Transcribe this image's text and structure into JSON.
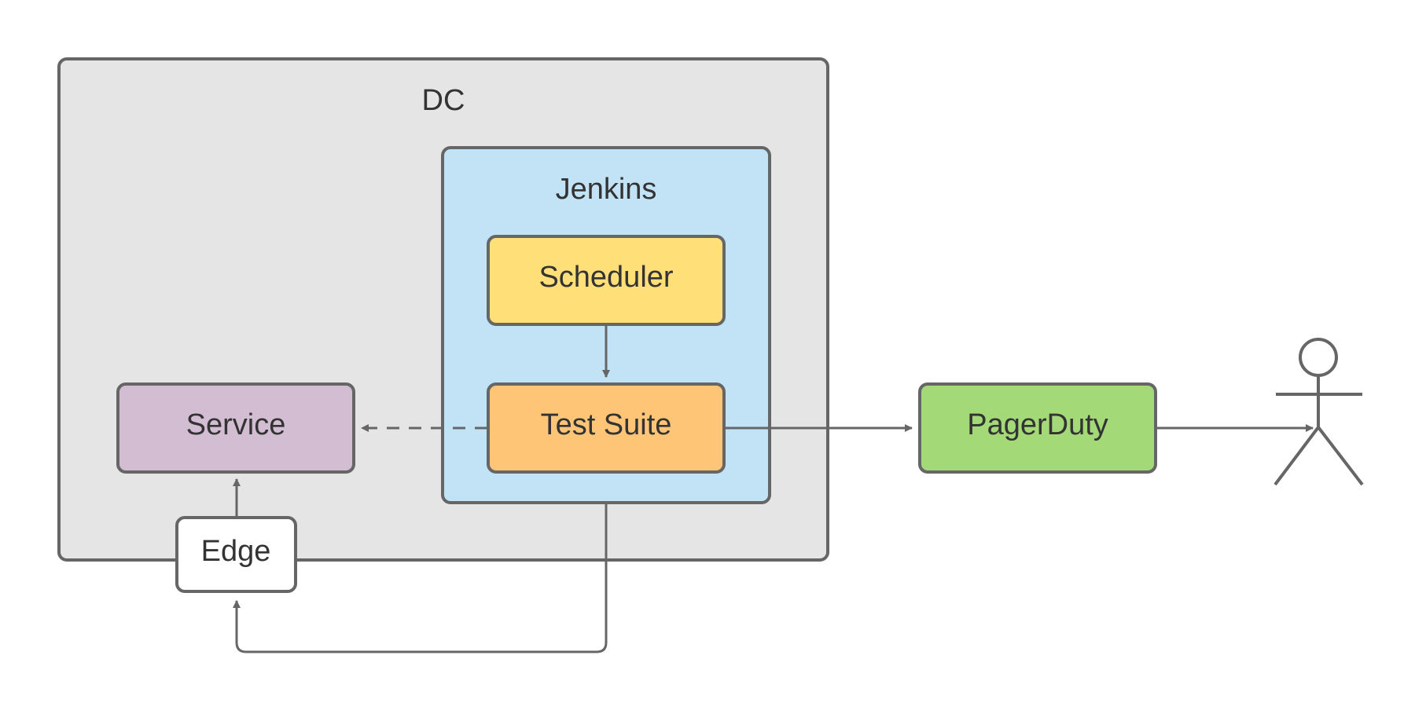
{
  "diagram": {
    "nodes": {
      "dc": {
        "label": "DC"
      },
      "jenkins": {
        "label": "Jenkins"
      },
      "scheduler": {
        "label": "Scheduler"
      },
      "test_suite": {
        "label": "Test Suite"
      },
      "service": {
        "label": "Service"
      },
      "edge": {
        "label": "Edge"
      },
      "pagerduty": {
        "label": "PagerDuty"
      },
      "person": {
        "label": ""
      }
    },
    "edges": [
      {
        "from": "scheduler",
        "to": "test_suite",
        "style": "solid"
      },
      {
        "from": "test_suite",
        "to": "service",
        "style": "dashed"
      },
      {
        "from": "test_suite",
        "to": "pagerduty",
        "style": "solid"
      },
      {
        "from": "pagerduty",
        "to": "person",
        "style": "solid"
      },
      {
        "from": "edge",
        "to": "service",
        "style": "solid"
      },
      {
        "from": "jenkins",
        "to": "edge",
        "style": "solid"
      }
    ],
    "colors": {
      "stroke": "#666666",
      "text": "#333333",
      "dc_fill": "#e5e5e5",
      "jenkins_fill": "#c2e3f5",
      "scheduler_fill": "#ffdf78",
      "test_suite_fill": "#ffc577",
      "service_fill": "#d3bdd3",
      "edge_fill": "#ffffff",
      "pagerduty_fill": "#a3d977"
    }
  }
}
